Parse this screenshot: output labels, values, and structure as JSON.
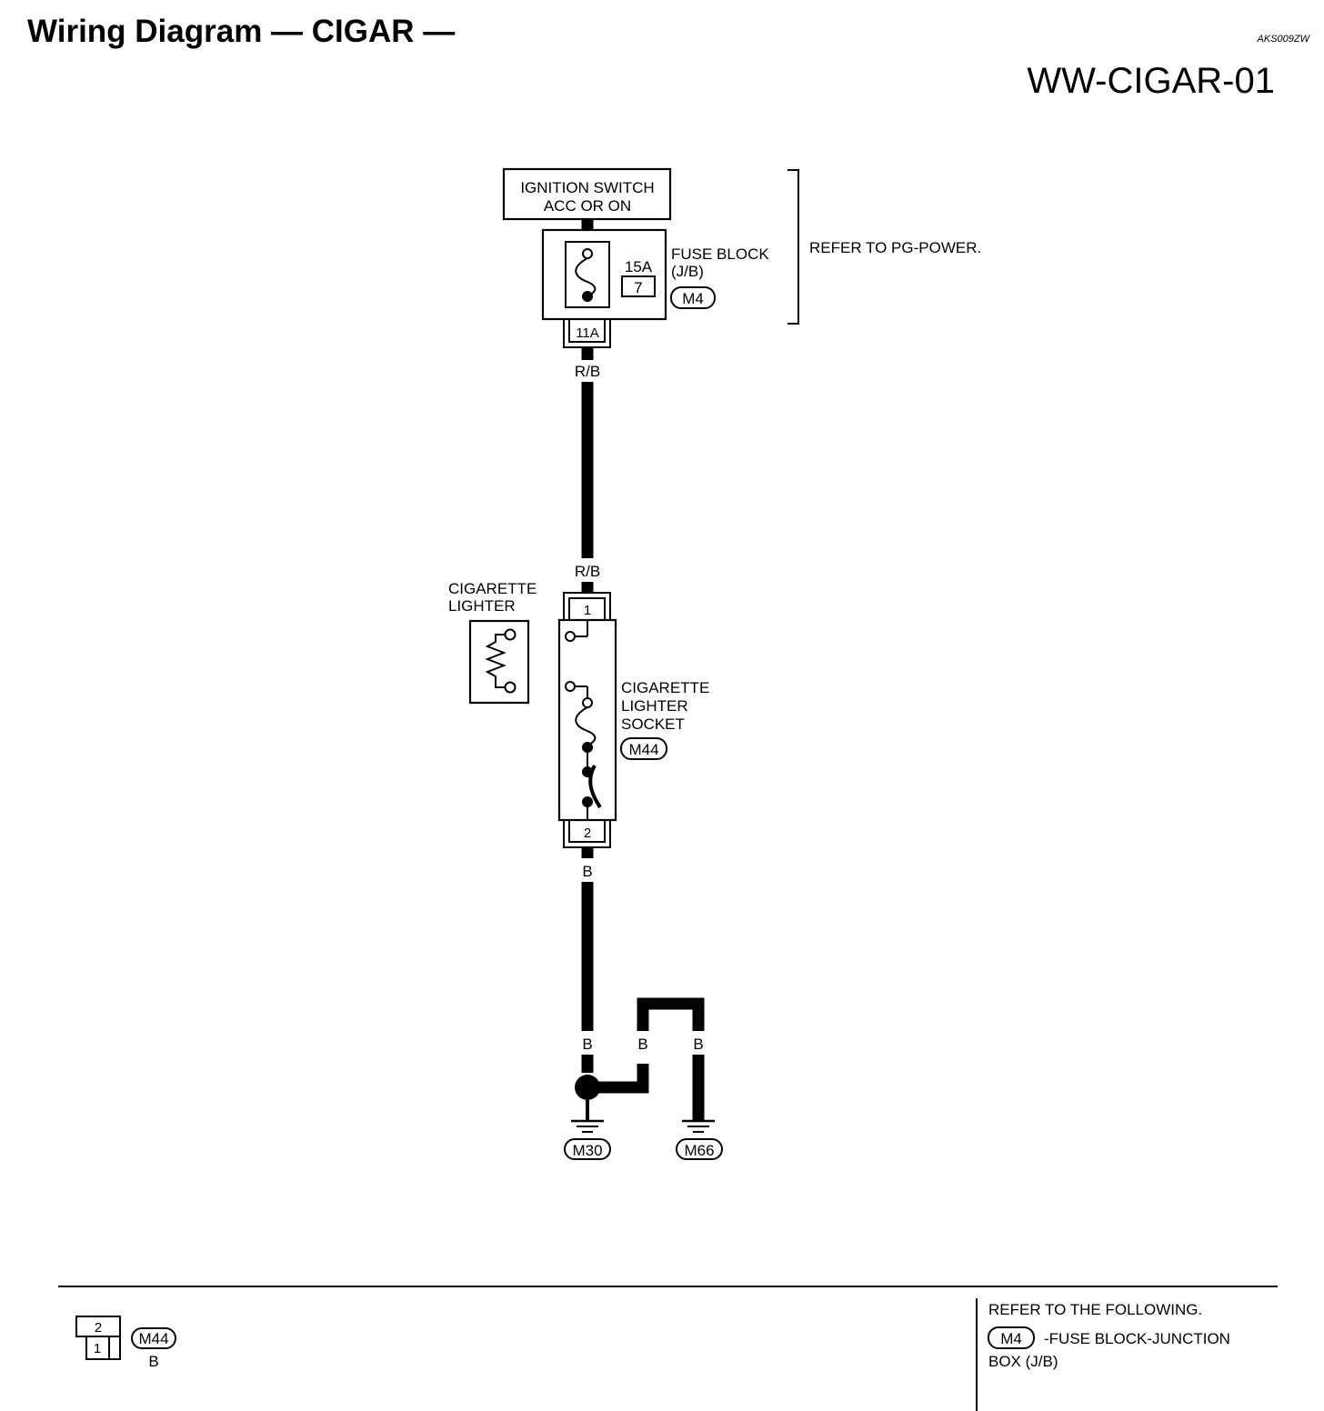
{
  "header": {
    "title": "Wiring Diagram — CIGAR —",
    "code": "AKS009ZW",
    "page_id": "WW-CIGAR-01"
  },
  "power": {
    "ignition_line1": "IGNITION SWITCH",
    "ignition_line2": "ACC OR ON",
    "fuse_amp": "15A",
    "fuse_number": "7",
    "fuse_block_line1": "FUSE BLOCK",
    "fuse_block_line2": "(J/B)",
    "fuse_block_connector": "M4",
    "fuse_block_terminal": "11A",
    "refer_note": "REFER TO PG-POWER."
  },
  "wires": {
    "rb_top": "R/B",
    "rb_bottom": "R/B",
    "b_socket": "B",
    "b_ground_left": "B",
    "b_jumper_left": "B",
    "b_jumper_right": "B"
  },
  "lighter": {
    "label_line1": "CIGARETTE",
    "label_line2": "LIGHTER"
  },
  "socket": {
    "label_line1": "CIGARETTE",
    "label_line2": "LIGHTER",
    "label_line3": "SOCKET",
    "connector": "M44",
    "terminal_top": "1",
    "terminal_bottom": "2"
  },
  "grounds": {
    "left": "M30",
    "right": "M66"
  },
  "footer": {
    "connector_face_top": "2",
    "connector_face_bottom": "1",
    "connector_id": "M44",
    "connector_color": "B",
    "refer_title": "REFER TO THE FOLLOWING.",
    "refer_connector": "M4",
    "refer_desc_line1": "-FUSE BLOCK-JUNCTION",
    "refer_desc_line2": "BOX (J/B)"
  }
}
